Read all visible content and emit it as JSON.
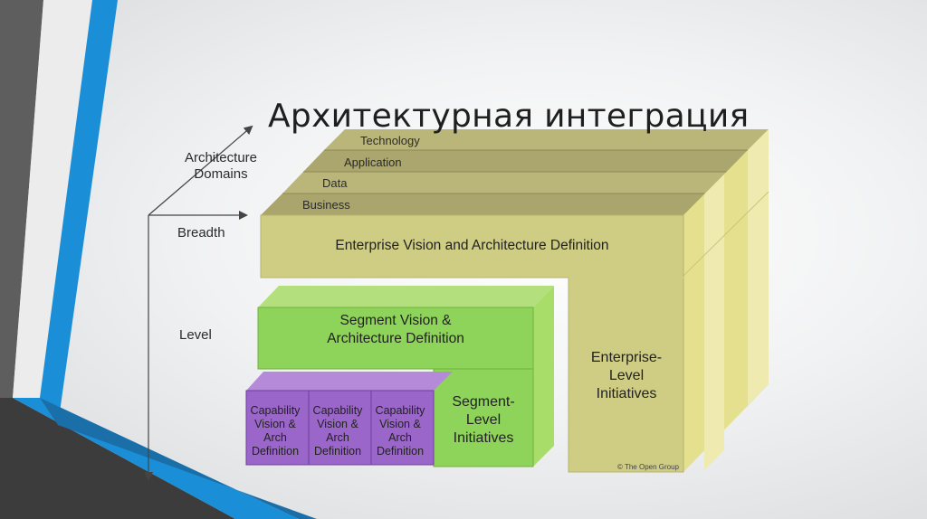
{
  "slide": {
    "title": "Архитектурная интеграция"
  },
  "axes": {
    "domains_label": "Architecture Domains",
    "breadth_label": "Breadth",
    "level_label": "Level"
  },
  "layers": [
    "Business",
    "Data",
    "Application",
    "Technology"
  ],
  "boxes": {
    "enterprise_vision": "Enterprise Vision and Architecture Definition",
    "enterprise_initiatives": "Enterprise-Level Initiatives",
    "segment_vision": "Segment Vision & Architecture Definition",
    "segment_initiatives": "Segment-Level Initiatives",
    "capabilities": [
      "Capability Vision & Arch Definition",
      "Capability Vision & Arch Definition",
      "Capability Vision & Arch Definition"
    ]
  },
  "credit": "© The Open Group",
  "colors": {
    "olive_front": "#cfcc84",
    "olive_layers": [
      "#a9a56c",
      "#bab67a",
      "#aaa66d",
      "#bab67a"
    ],
    "green_front": "#8fd45a",
    "purple_front": "#9b66c9",
    "accent_blue": "#1a8fd8",
    "accent_gray": "#6b6b6b"
  }
}
